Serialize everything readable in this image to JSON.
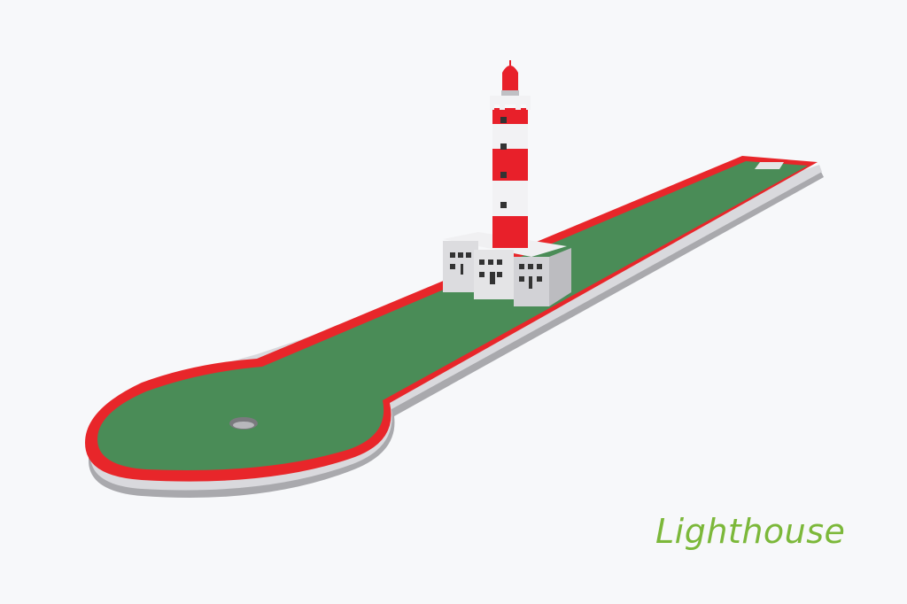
{
  "caption": {
    "title": "Lighthouse",
    "color": "#7cb83a"
  },
  "colors": {
    "background": "#f7f8fa",
    "turf": "#4a8c57",
    "rail": "#e8262a",
    "base": "#b9b9bd",
    "building": "#e6e6e8",
    "tower_red": "#e8202a",
    "tower_white": "#f2f2f4"
  },
  "scene": {
    "object": "mini-golf-course",
    "obstacle": "lighthouse-with-building",
    "features": [
      "cup-hole",
      "tee-pad",
      "red-bumper-rails",
      "green-turf"
    ]
  }
}
